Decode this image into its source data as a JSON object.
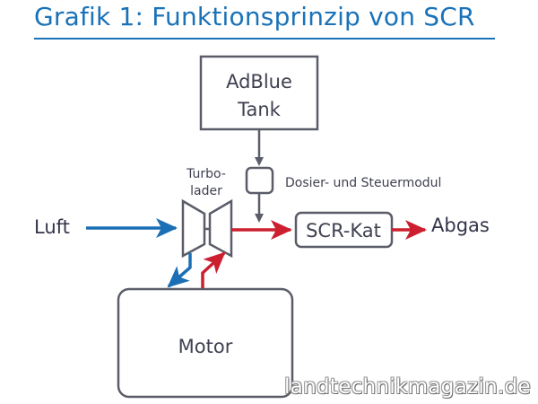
{
  "title": "Grafik 1: Funktionsprinzip von SCR",
  "nodes": {
    "adblue_tank": {
      "line1": "AdBlue",
      "line2": "Tank"
    },
    "dosing_module": {
      "label": "Dosier- und Steuermodul"
    },
    "turbocharger": {
      "line1": "Turbo-",
      "line2": "lader"
    },
    "scr_cat": {
      "label": "SCR-Kat"
    },
    "motor": {
      "label": "Motor"
    },
    "air_in": {
      "label": "Luft"
    },
    "exhaust_out": {
      "label": "Abgas"
    }
  },
  "colors": {
    "title": "#1a72b8",
    "fresh_air": "#1a6fb5",
    "exhaust": "#cc1f2f",
    "adblue_flow": "#5a5d68",
    "box_stroke": "#5a5d68"
  },
  "watermark": "landtechnikmagazin.de"
}
